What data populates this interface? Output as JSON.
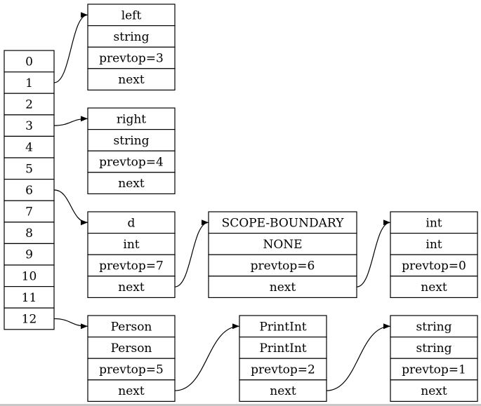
{
  "stack": [
    "0",
    "1",
    "2",
    "3",
    "4",
    "5",
    "6",
    "7",
    "8",
    "9",
    "10",
    "11",
    "12"
  ],
  "nodes": [
    {
      "id": "left",
      "name": "left",
      "type": "string",
      "prevtop": "prevtop=3",
      "next": "next"
    },
    {
      "id": "right",
      "name": "right",
      "type": "string",
      "prevtop": "prevtop=4",
      "next": "next"
    },
    {
      "id": "d",
      "name": "d",
      "type": "int",
      "prevtop": "prevtop=7",
      "next": "next"
    },
    {
      "id": "scope-boundary",
      "name": "SCOPE-BOUNDARY",
      "type": "NONE",
      "prevtop": "prevtop=6",
      "next": "next"
    },
    {
      "id": "int",
      "name": "int",
      "type": "int",
      "prevtop": "prevtop=0",
      "next": "next"
    },
    {
      "id": "person",
      "name": "Person",
      "type": "Person",
      "prevtop": "prevtop=5",
      "next": "next"
    },
    {
      "id": "printint",
      "name": "PrintInt",
      "type": "PrintInt",
      "prevtop": "prevtop=2",
      "next": "next"
    },
    {
      "id": "string",
      "name": "string",
      "type": "string",
      "prevtop": "prevtop=1",
      "next": "next"
    }
  ],
  "edges": [
    {
      "from": "stack-1",
      "to": "left"
    },
    {
      "from": "stack-3",
      "to": "right"
    },
    {
      "from": "stack-6",
      "to": "d"
    },
    {
      "from": "stack-12",
      "to": "person"
    },
    {
      "from": "d.next",
      "to": "scope-boundary"
    },
    {
      "from": "scope-boundary.next",
      "to": "int"
    },
    {
      "from": "person.next",
      "to": "printint"
    },
    {
      "from": "printint.next",
      "to": "string"
    }
  ]
}
